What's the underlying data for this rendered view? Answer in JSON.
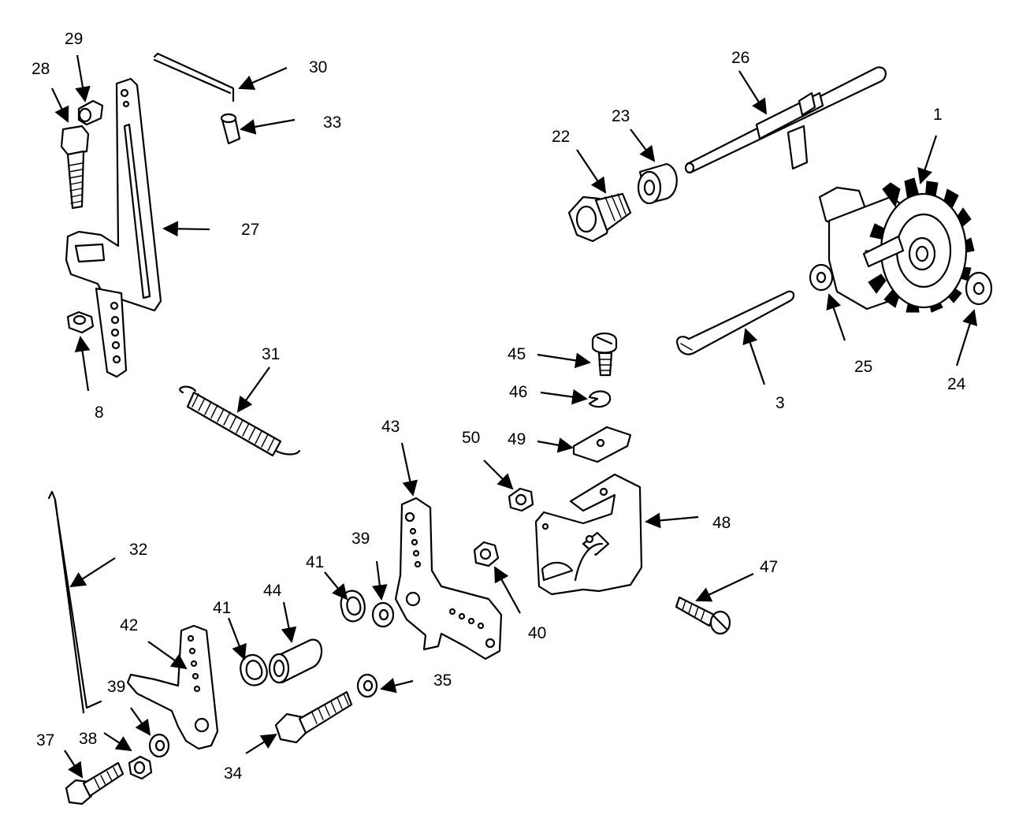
{
  "parts": [
    {
      "id": "p1",
      "label": "1"
    },
    {
      "id": "p3",
      "label": "3"
    },
    {
      "id": "p8",
      "label": "8"
    },
    {
      "id": "p22",
      "label": "22"
    },
    {
      "id": "p23",
      "label": "23"
    },
    {
      "id": "p24",
      "label": "24"
    },
    {
      "id": "p25",
      "label": "25"
    },
    {
      "id": "p26",
      "label": "26"
    },
    {
      "id": "p27",
      "label": "27"
    },
    {
      "id": "p28",
      "label": "28"
    },
    {
      "id": "p29",
      "label": "29"
    },
    {
      "id": "p30",
      "label": "30"
    },
    {
      "id": "p31",
      "label": "31"
    },
    {
      "id": "p32",
      "label": "32"
    },
    {
      "id": "p33",
      "label": "33"
    },
    {
      "id": "p34",
      "label": "34"
    },
    {
      "id": "p35",
      "label": "35"
    },
    {
      "id": "p37",
      "label": "37"
    },
    {
      "id": "p38",
      "label": "38"
    },
    {
      "id": "p39a",
      "label": "39"
    },
    {
      "id": "p39b",
      "label": "39"
    },
    {
      "id": "p40",
      "label": "40"
    },
    {
      "id": "p41a",
      "label": "41"
    },
    {
      "id": "p41b",
      "label": "41"
    },
    {
      "id": "p42",
      "label": "42"
    },
    {
      "id": "p43",
      "label": "43"
    },
    {
      "id": "p44",
      "label": "44"
    },
    {
      "id": "p45",
      "label": "45"
    },
    {
      "id": "p46",
      "label": "46"
    },
    {
      "id": "p47",
      "label": "47"
    },
    {
      "id": "p48",
      "label": "48"
    },
    {
      "id": "p49",
      "label": "49"
    },
    {
      "id": "p50",
      "label": "50"
    }
  ]
}
